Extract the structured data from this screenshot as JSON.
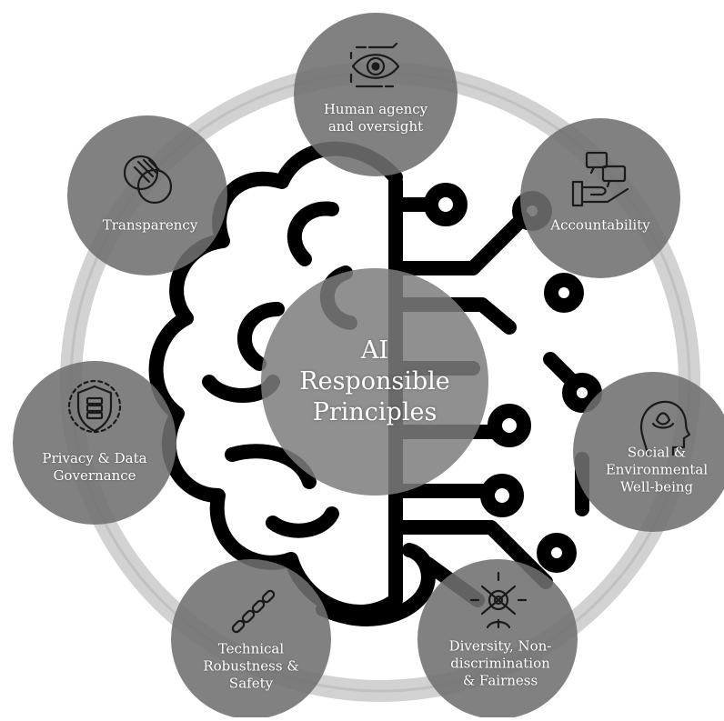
{
  "center": {
    "title": "AI\nResponsible\nPrinciples"
  },
  "principles": [
    {
      "label": "Human agency\nand oversight",
      "icon": "eye-icon"
    },
    {
      "label": "Accountability",
      "icon": "hand-with-chat-bubbles-icon"
    },
    {
      "label": "Social &\nEnvironmental\nWell-being",
      "icon": "head-with-lotus-icon"
    },
    {
      "label": "Diversity, Non-\ndiscrimination\n& Fairness",
      "icon": "diverse-people-icon"
    },
    {
      "label": "Technical\nRobustness &\nSafety",
      "icon": "chain-link-icon"
    },
    {
      "label": "Privacy & Data\nGovernance",
      "icon": "shield-database-icon"
    },
    {
      "label": "Transparency",
      "icon": "overlapping-circles-icon"
    }
  ],
  "colors": {
    "node_fill": "#7a7a7a",
    "center_fill": "#7d7d7d",
    "ring": "#c9c9c9",
    "brain_stroke": "#000000",
    "text": "#ffffff"
  }
}
